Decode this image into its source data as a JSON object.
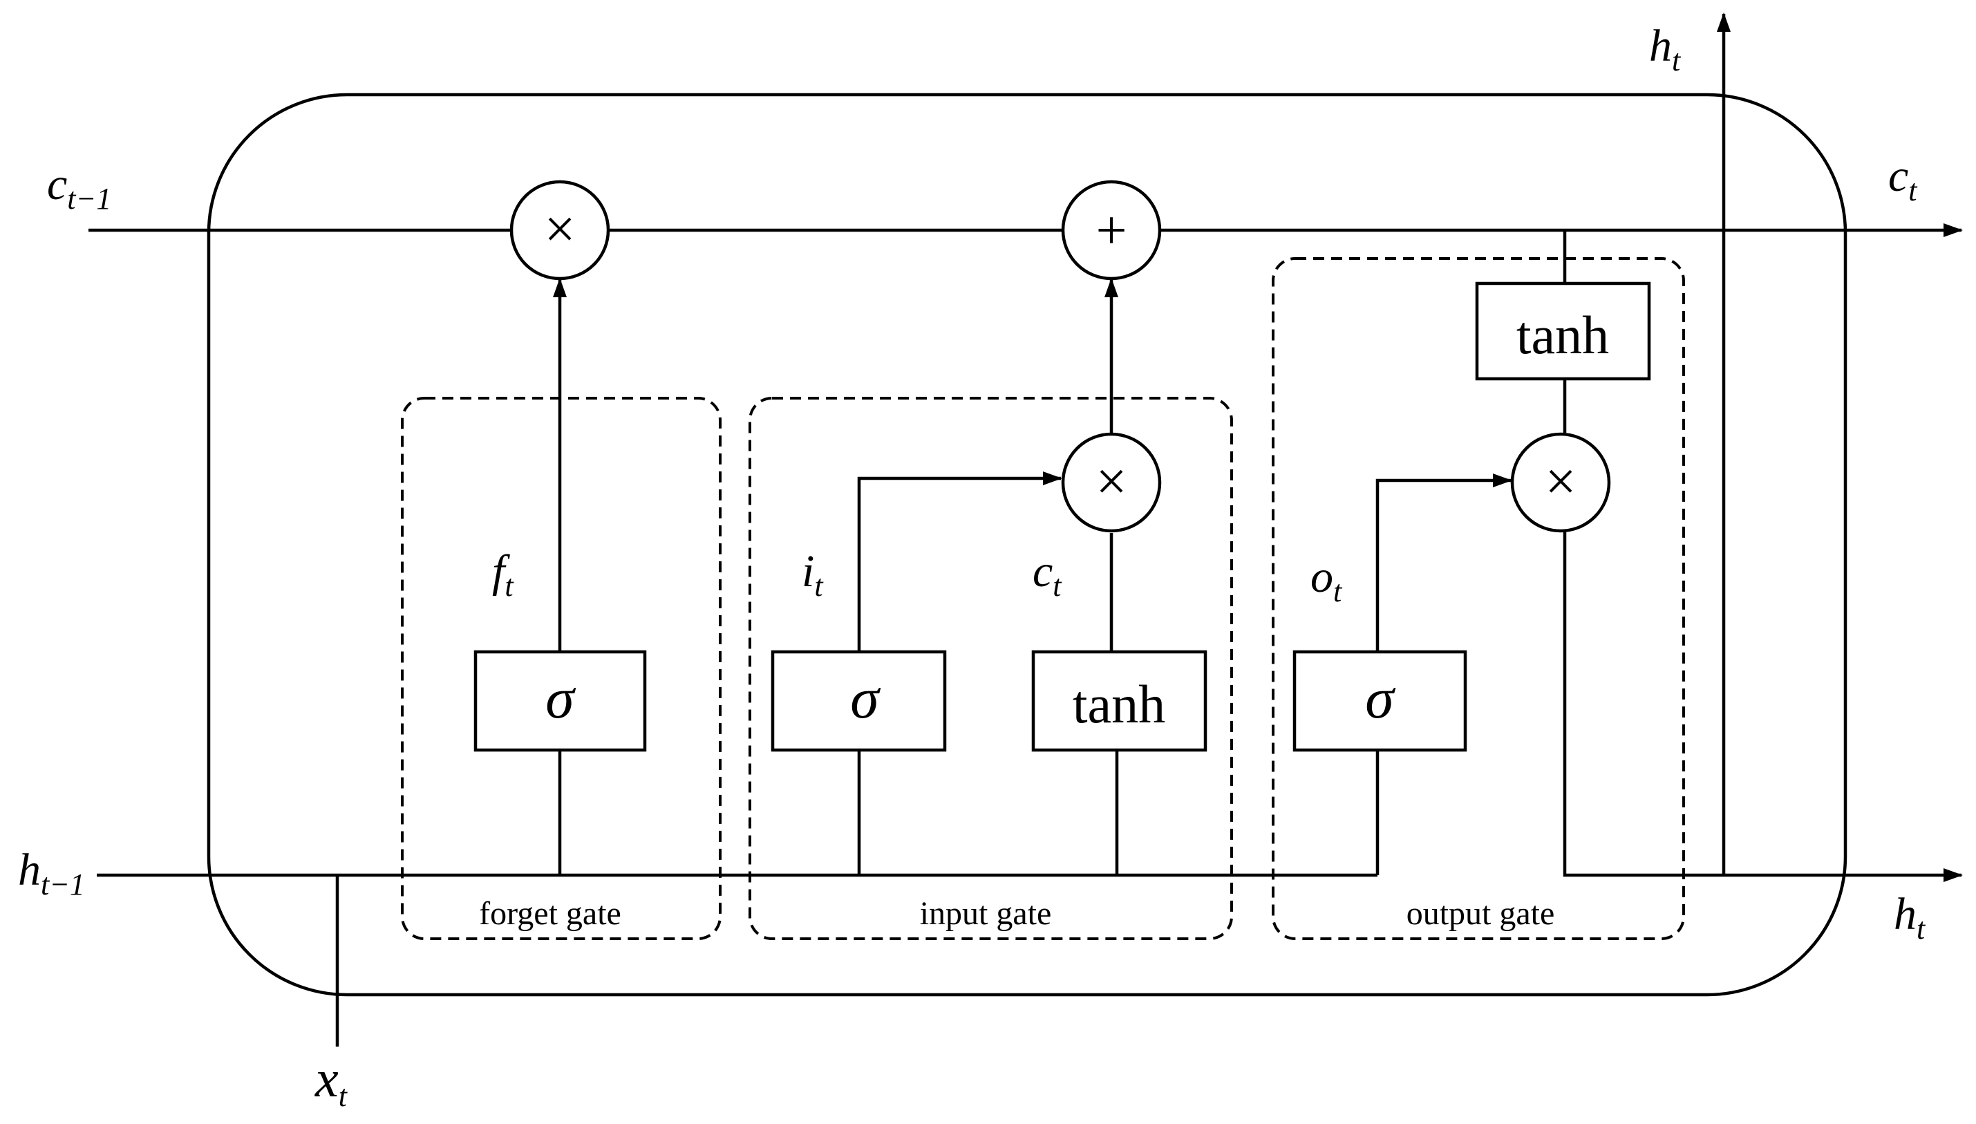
{
  "diagram": {
    "gates": {
      "forget_label": "forget gate",
      "input_label": "input gate",
      "output_label": "output gate"
    },
    "blocks": {
      "forget_sigma": "σ",
      "input_sigma": "σ",
      "input_tanh": "tanh",
      "output_sigma": "σ",
      "cell_tanh": "tanh"
    },
    "operators": {
      "forget_mult": "×",
      "cell_add": "+",
      "input_mult": "×",
      "output_mult": "×"
    },
    "variables": {
      "c_prev": {
        "base": "c",
        "sub": "t−1"
      },
      "h_prev": {
        "base": "h",
        "sub": "t−1"
      },
      "x_t": {
        "base": "x",
        "sub": "t"
      },
      "c_t_out": {
        "base": "c",
        "sub": "t"
      },
      "h_t_top": {
        "base": "h",
        "sub": "t"
      },
      "h_t_out": {
        "base": "h",
        "sub": "t"
      },
      "f_t": {
        "base": "f",
        "sub": "t"
      },
      "i_t": {
        "base": "i",
        "sub": "t"
      },
      "c_tilde": {
        "base": "c",
        "sub": "t"
      },
      "o_t": {
        "base": "o",
        "sub": "t"
      }
    }
  }
}
